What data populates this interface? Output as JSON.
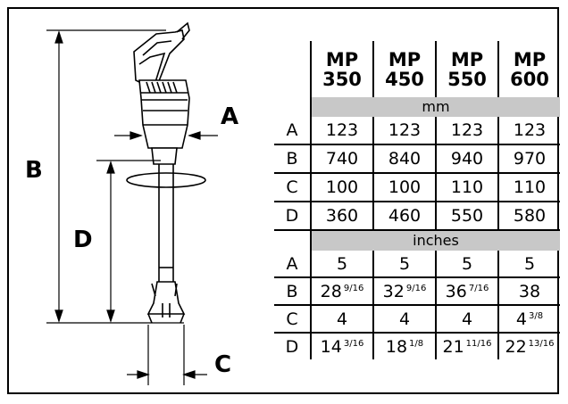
{
  "diagram_labels": {
    "a": "A",
    "b": "B",
    "c": "C",
    "d": "D"
  },
  "table": {
    "models": [
      {
        "line1": "MP",
        "line2": "350"
      },
      {
        "line1": "MP",
        "line2": "450"
      },
      {
        "line1": "MP",
        "line2": "550"
      },
      {
        "line1": "MP",
        "line2": "600"
      }
    ],
    "mm": {
      "unit": "mm",
      "rows": [
        {
          "label": "A",
          "values": [
            "123",
            "123",
            "123",
            "123"
          ]
        },
        {
          "label": "B",
          "values": [
            "740",
            "840",
            "940",
            "970"
          ]
        },
        {
          "label": "C",
          "values": [
            "100",
            "100",
            "110",
            "110"
          ]
        },
        {
          "label": "D",
          "values": [
            "360",
            "460",
            "550",
            "580"
          ]
        }
      ]
    },
    "inches": {
      "unit": "inches",
      "rows": [
        {
          "label": "A",
          "values": [
            {
              "w": "5",
              "f": ""
            },
            {
              "w": "5",
              "f": ""
            },
            {
              "w": "5",
              "f": ""
            },
            {
              "w": "5",
              "f": ""
            }
          ]
        },
        {
          "label": "B",
          "values": [
            {
              "w": "28",
              "f": "9/16"
            },
            {
              "w": "32",
              "f": "9/16"
            },
            {
              "w": "36",
              "f": "7/16"
            },
            {
              "w": "38",
              "f": ""
            }
          ]
        },
        {
          "label": "C",
          "values": [
            {
              "w": "4",
              "f": ""
            },
            {
              "w": "4",
              "f": ""
            },
            {
              "w": "4",
              "f": ""
            },
            {
              "w": "4",
              "f": "3/8"
            }
          ]
        },
        {
          "label": "D",
          "values": [
            {
              "w": "14",
              "f": "3/16"
            },
            {
              "w": "18",
              "f": "1/8"
            },
            {
              "w": "21",
              "f": "11/16"
            },
            {
              "w": "22",
              "f": "13/16"
            }
          ]
        }
      ]
    }
  }
}
